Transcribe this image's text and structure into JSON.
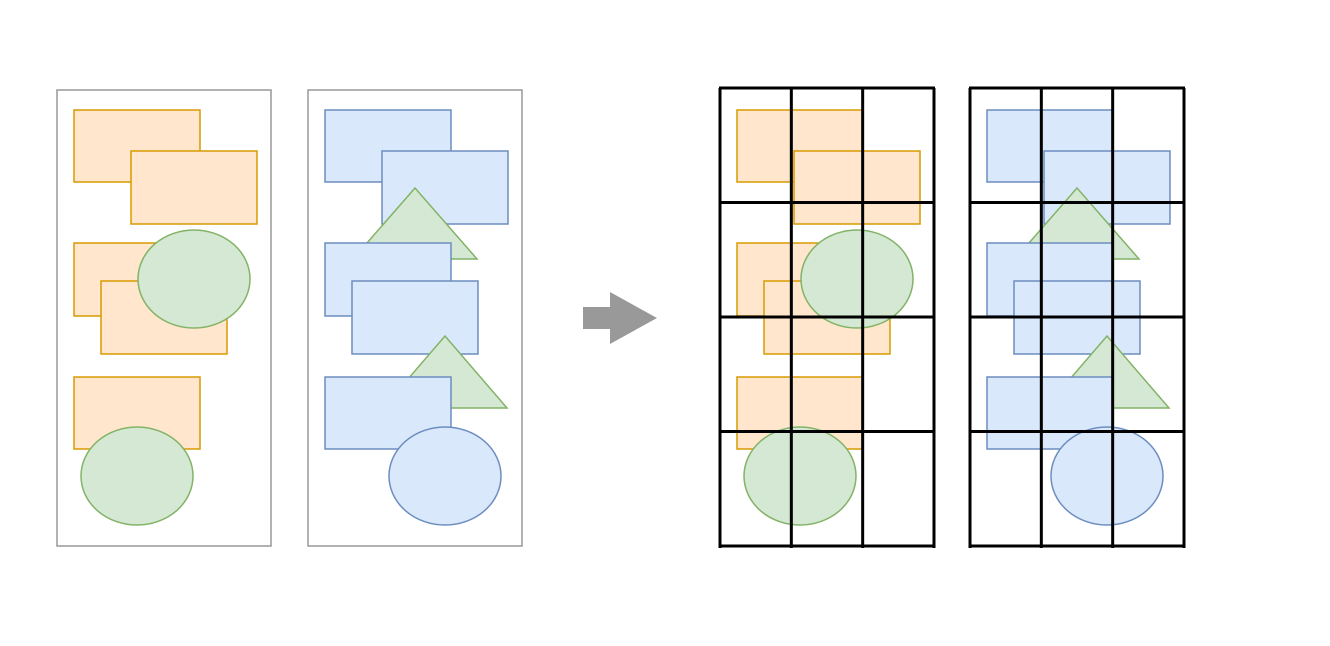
{
  "colors": {
    "background": "#ffffff",
    "panel_border": "#999999",
    "grid_line": "#000000",
    "arrow": "#999999",
    "orange_fill": "#ffe6cc",
    "orange_stroke": "#d79b00",
    "blue_fill": "#dae8fc",
    "blue_stroke": "#6c8ebf",
    "green_fill": "#d5e8d4",
    "green_stroke": "#82b366"
  },
  "diagram": {
    "grid": {
      "rows": 4,
      "cols": 3
    },
    "left_group": [
      {
        "name": "orange-panel",
        "theme": "orange"
      },
      {
        "name": "blue-panel",
        "theme": "blue"
      }
    ],
    "right_group": [
      {
        "name": "gridded-orange-panel",
        "theme": "orange"
      },
      {
        "name": "gridded-blue-panel",
        "theme": "blue"
      }
    ],
    "arrow_icon": "right-arrow-icon"
  }
}
